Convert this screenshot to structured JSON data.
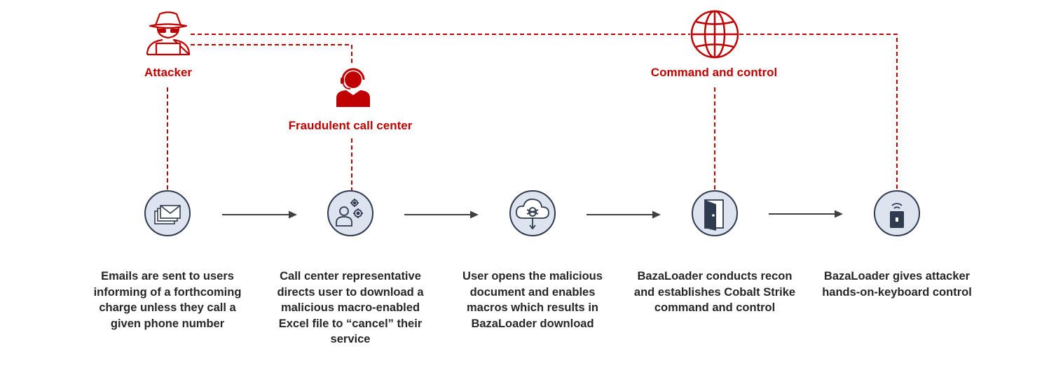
{
  "actors": {
    "attacker": "Attacker",
    "call_center": "Fraudulent call center",
    "c2": "Command and control"
  },
  "steps": [
    {
      "icon": "email-stack-icon",
      "text": "Emails are sent to users informing of a forthcoming charge unless they call a given phone number"
    },
    {
      "icon": "user-gears-icon",
      "text": "Call center representative directs user to download a malicious macro-enabled Excel file to “cancel” their service"
    },
    {
      "icon": "cloud-bug-download-icon",
      "text": "User opens the malicious document and enables macros which results in BazaLoader download"
    },
    {
      "icon": "open-door-icon",
      "text": "BazaLoader conducts recon and establishes Cobalt Strike command and control"
    },
    {
      "icon": "remote-device-icon",
      "text": "BazaLoader gives attacker hands-on-keyboard control"
    }
  ],
  "colors": {
    "accent": "#c00000",
    "circle_fill": "#dde3ef",
    "circle_stroke": "#2f3b4f",
    "arrow": "#404040",
    "text": "#262626"
  }
}
